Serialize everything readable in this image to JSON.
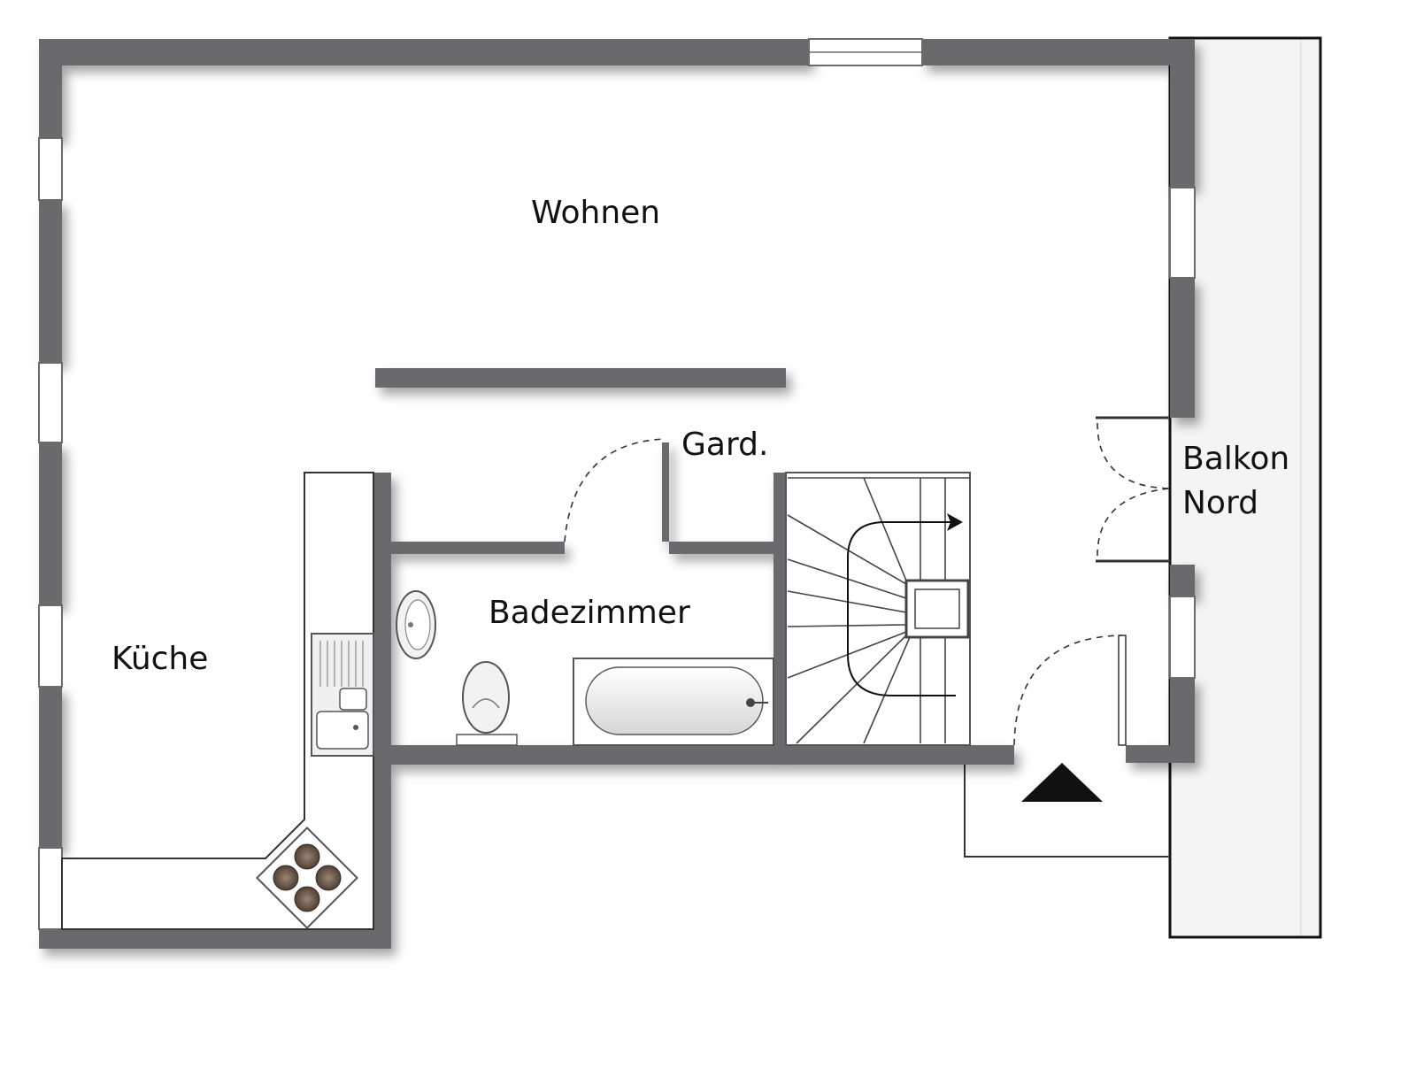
{
  "rooms": {
    "wohnen": "Wohnen",
    "garderobe": "Gard.",
    "badezimmer": "Badezimmer",
    "kueche": "Küche",
    "balkon_line1": "Balkon",
    "balkon_line2": "Nord"
  },
  "colors": {
    "wall": "#6b6b6d",
    "balcony_fill": "#f4f4f4",
    "background": "#ffffff",
    "stove_burner": "#6e5b4b"
  },
  "symbols": {
    "entrance": "entrance-arrow-icon",
    "stairs_direction": "stair-direction-arrow-icon",
    "stove": "stove-icon",
    "sink": "kitchen-sink-icon",
    "washbasin": "washbasin-icon",
    "toilet": "toilet-icon",
    "bathtub": "bathtub-icon"
  }
}
